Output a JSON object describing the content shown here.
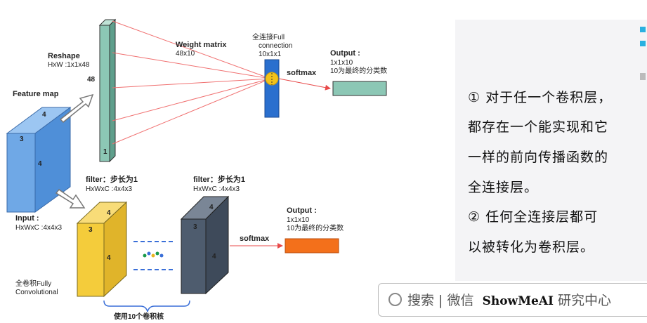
{
  "top": {
    "reshape_title": "Reshape",
    "reshape_dims": "HxW :1x1x48",
    "reshape_count": "48",
    "reshape_bottom": "1",
    "feature_map": "Feature map",
    "fm_depth": "4",
    "fm_width": "3",
    "fm_height": "4",
    "weight_title": "Weight matrix",
    "weight_dims": "48x10",
    "fc_title_1": "全连接Full",
    "fc_title_2": "connection",
    "fc_dims": "10x1x1",
    "softmax": "softmax",
    "output_title": "Output :",
    "output_dims": "1x1x10",
    "output_desc": "10为最终的分类数"
  },
  "bottom": {
    "filter1_title": "filter：步长为1",
    "filter1_dims": "HxWxC :4x4x3",
    "filter2_title": "filter：步长为1",
    "filter2_dims": "HxWxC :4x4x3",
    "input_title": "Input :",
    "input_dims": "HxWxC :4x4x3",
    "fully_conv_1": "全卷积Fully",
    "fully_conv_2": "Convolutional",
    "k1_depth": "4",
    "k1_width": "3",
    "k1_height": "4",
    "k2_depth": "4",
    "k2_width": "3",
    "k2_height": "4",
    "softmax": "softmax",
    "output_title": "Output :",
    "output_dims": "1x1x10",
    "output_desc": "10为最终的分类数",
    "kernels_caption": "使用10个卷积核"
  },
  "notes": {
    "line1": "① 对于任一个卷积层，",
    "line2": "都存在一个能实现和它",
    "line3": "一样的前向传播函数的",
    "line4": "全连接层。",
    "line5": "② 任何全连接层都可",
    "line6": "以被转化为卷积层。"
  },
  "search": {
    "label": "搜索 | 微信",
    "brand": "ShowMeAI",
    "suffix": "研究中心"
  },
  "colors": {
    "feature_map": "#6fa8e6",
    "reshape_bar": "#8cc7b5",
    "fc_bar": "#2a6fce",
    "fc_node": "#f2c21b",
    "output_top": "#8cc7b5",
    "input_cube": "#f4cc3b",
    "kernel_cube": "#4e5c6e",
    "output_bottom": "#f3701b",
    "lines": "#f07070",
    "brace": "#3a6fd8"
  }
}
